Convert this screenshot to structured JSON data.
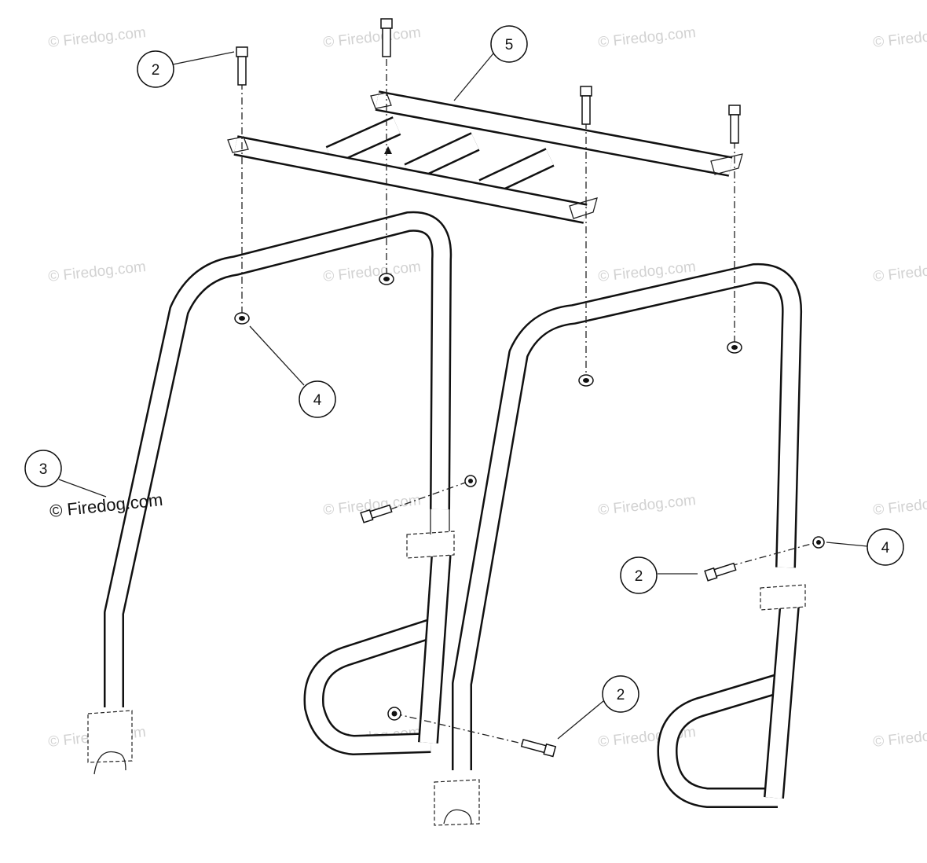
{
  "watermarks": {
    "text": "© Firedog.com",
    "prominent_text": "© Firedog.com"
  },
  "callouts": [
    {
      "id": "c2-top",
      "number": "2"
    },
    {
      "id": "c5",
      "number": "5"
    },
    {
      "id": "c4-left",
      "number": "4"
    },
    {
      "id": "c3",
      "number": "3"
    },
    {
      "id": "c2-right",
      "number": "2"
    },
    {
      "id": "c4-right",
      "number": "4"
    },
    {
      "id": "c2-bottom",
      "number": "2"
    }
  ]
}
